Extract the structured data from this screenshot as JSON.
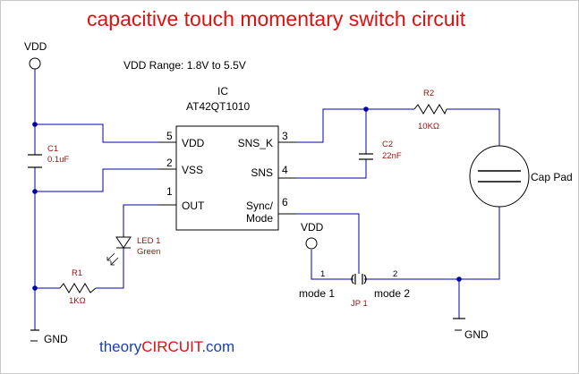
{
  "title": "capacitive touch momentary switch circuit",
  "vdd_range": "VDD Range: 1.8V to 5.5V",
  "ic": {
    "ref": "IC",
    "part": "AT42QT1010",
    "pins": [
      {
        "num": "5",
        "name": "VDD"
      },
      {
        "num": "2",
        "name": "VSS"
      },
      {
        "num": "1",
        "name": "OUT"
      },
      {
        "num": "3",
        "name": "SNS_K"
      },
      {
        "num": "4",
        "name": "SNS"
      },
      {
        "num": "6",
        "name": "Sync/",
        "name2": "Mode"
      }
    ]
  },
  "supply": {
    "vdd_left": "VDD",
    "vdd_jumper": "VDD",
    "gnd_left": "GND",
    "gnd_right": "GND"
  },
  "components": {
    "c1": {
      "ref": "C1",
      "value": "0.1uF"
    },
    "c2": {
      "ref": "C2",
      "value": "22nF"
    },
    "r1": {
      "ref": "R1",
      "value": "1KΩ"
    },
    "r2": {
      "ref": "R2",
      "value": "10KΩ"
    },
    "led": {
      "ref": "LED 1",
      "value": "Green"
    },
    "jp": {
      "ref": "JP 1",
      "pin1": "1",
      "pin2": "2",
      "mode1": "mode 1",
      "mode2": "mode 2"
    },
    "cap_pad": "Cap Pad"
  },
  "brand": {
    "theory": "theory",
    "circuit": "CIRCUIT",
    "com": ".com"
  },
  "colors": {
    "wire": "#0000a8",
    "part": "#9a1010",
    "title": "#e01010",
    "brand_blue": "#1a3fb0",
    "brand_red": "#e01010"
  }
}
